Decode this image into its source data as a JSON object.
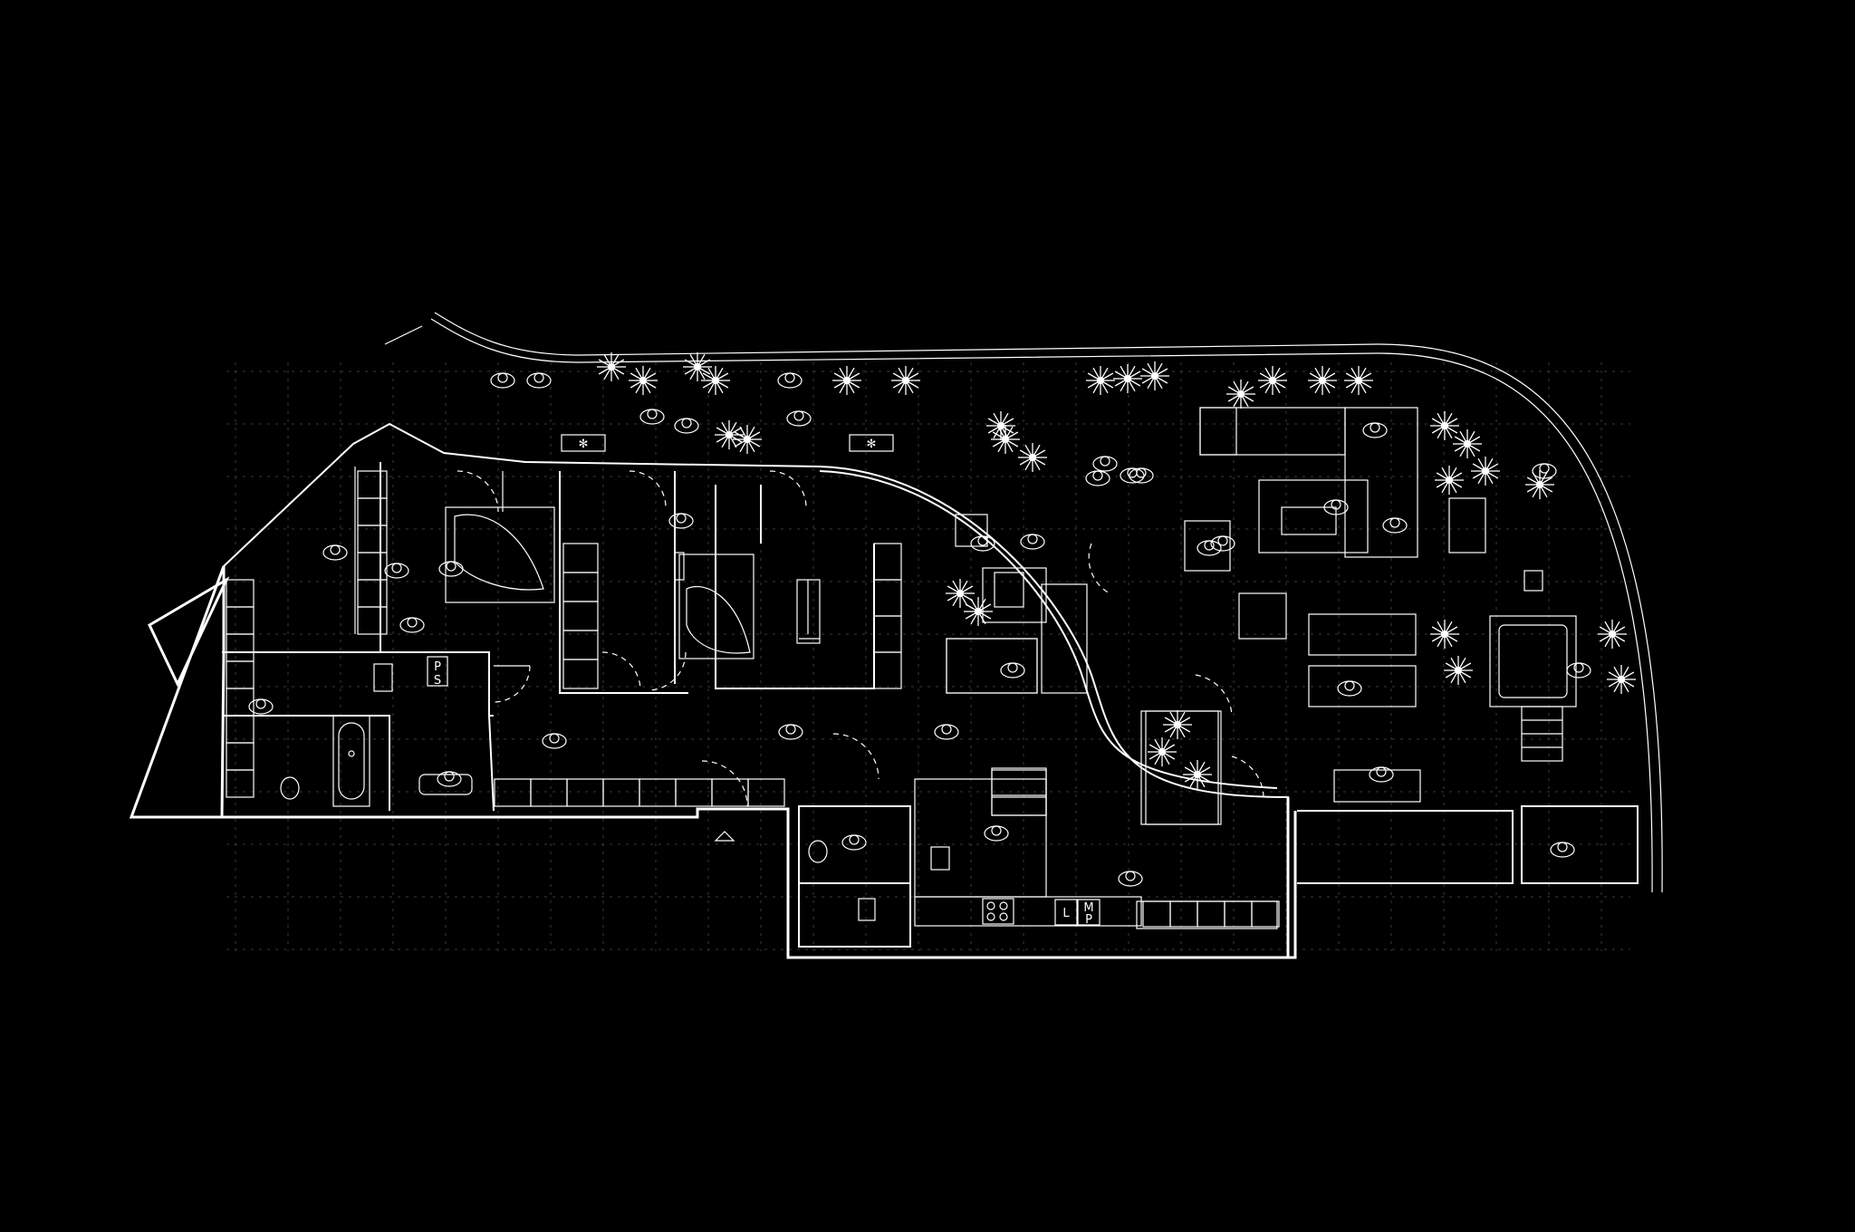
{
  "colors": {
    "background": "#000000",
    "line": "#ffffff",
    "grid": "#3a3a3a"
  },
  "labels": {
    "shaft_p": "P",
    "shaft_s": "S",
    "kitchen_l": "L",
    "kitchen_m": "M",
    "kitchen_p": "P"
  }
}
